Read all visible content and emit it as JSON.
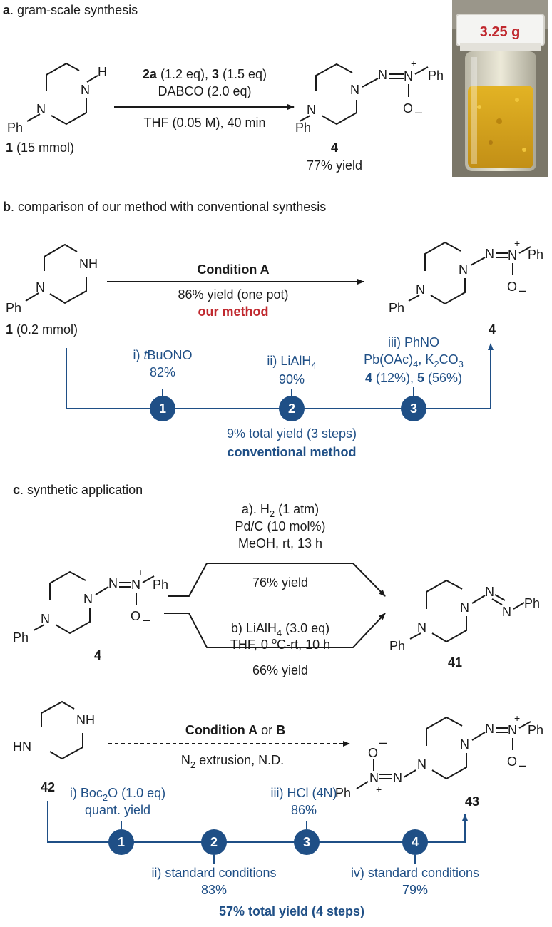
{
  "a": {
    "header_letter": "a",
    "header_text": ". gram-scale synthesis",
    "cond_l1_p1": "2a",
    "cond_l1_p2": " (1.2 eq), ",
    "cond_l1_p3": "3",
    "cond_l1_p4": " (1.5 eq)",
    "cond_l2": "DABCO (2.0 eq)",
    "cond_l3": "THF (0.05 M), 40 min",
    "sm_num": "1",
    "sm_qty": " (15 mmol)",
    "prod_num": "4",
    "yield": "77% yield",
    "photo_mass": "3.25 g"
  },
  "b": {
    "header_letter": "b",
    "header_text": ". comparison of  our method with conventional synthesis",
    "condition": "Condition A",
    "yield": "86% yield (one pot)",
    "method": "our method",
    "sm_num": "1",
    "sm_qty": " (0.2 mmol)",
    "prod_num": "4",
    "step1_a": "i) ",
    "step1_b": "t",
    "step1_c": "BuONO",
    "step1_yield": "82%",
    "step2_a": "ii) LiAlH",
    "step2_sub": "4",
    "step2_yield": "90%",
    "step3_l1": "iii) PhNO",
    "step3_l2_a": "Pb(OAc)",
    "step3_l2_s1": "4",
    "step3_l2_b": ", K",
    "step3_l2_s2": "2",
    "step3_l2_c": "CO",
    "step3_l2_s3": "3",
    "step3_l3_a": "4",
    "step3_l3_b": " (12%), ",
    "step3_l3_c": "5",
    "step3_l3_d": " (56%)",
    "total": "9% total yield (3 steps)",
    "conv": "conventional method",
    "nodes": [
      "1",
      "2",
      "3"
    ]
  },
  "c": {
    "header_letter": "c",
    "header_text": ". synthetic application",
    "top_l1_a": "a). H",
    "top_l1_sub": "2",
    "top_l1_b": " (1 atm)",
    "top_l2": "Pd/C (10 mol%)",
    "top_l3": "MeOH, rt, 13 h",
    "top_yield": "76% yield",
    "bot_l1_a": "b) LiAlH",
    "bot_l1_sub": "4",
    "bot_l1_b": " (3.0 eq)",
    "bot_l2_a": "THF, 0 ",
    "bot_l2_sup": "o",
    "bot_l2_b": "C-rt, 10 h",
    "bot_yield": "66% yield",
    "sm_num": "4",
    "prod_num": "41"
  },
  "d": {
    "cond_a": "Condition A",
    "cond_or": " or ",
    "cond_b": "B",
    "n2_a": "N",
    "n2_sub": "2",
    "n2_b": " extrusion, N.D.",
    "sm_num": "42",
    "prod_num": "43",
    "s1_a": "i) Boc",
    "s1_sub": "2",
    "s1_b": "O (1.0 eq)",
    "s1_l2": "quant. yield",
    "s2_l1": "ii) standard conditions",
    "s2_l2": "83%",
    "s3_l1": "iii) HCl (4N)",
    "s3_l2": "86%",
    "s4_l1": "iv) standard conditions",
    "s4_l2": "79%",
    "total": "57% total yield (4 steps)",
    "nodes": [
      "1",
      "2",
      "3",
      "4"
    ]
  },
  "atoms": {
    "N": "N",
    "H": "H",
    "NH": "NH",
    "HN": "HN",
    "Ph": "Ph",
    "O": "O",
    "plus": "+",
    "minus": "–"
  }
}
